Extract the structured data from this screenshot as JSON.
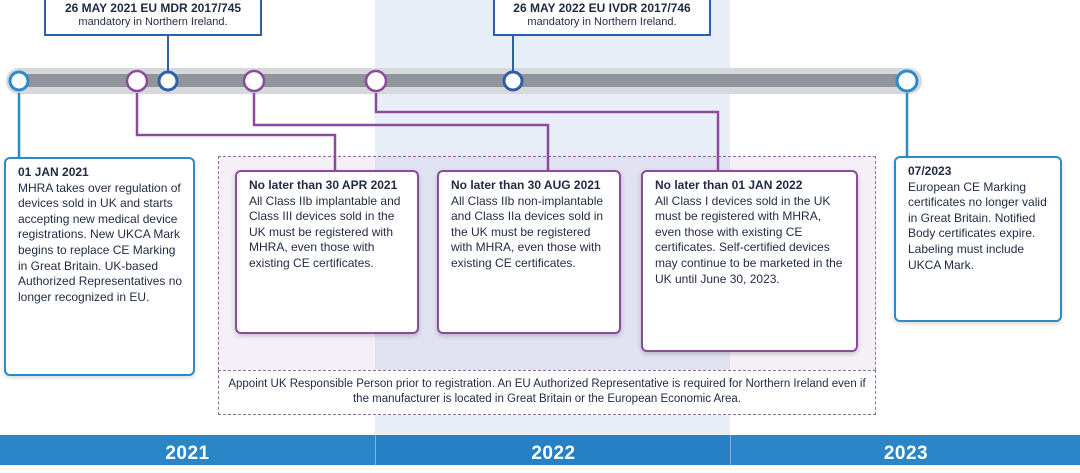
{
  "top_events": [
    {
      "title": "26 MAY 2021 EU MDR 2017/745",
      "subtitle": "mandatory in Northern Ireland."
    },
    {
      "title": "26 MAY 2022 EU IVDR 2017/746",
      "subtitle": "mandatory in Northern Ireland."
    }
  ],
  "left_note": {
    "heading": "01 JAN 2021",
    "body": "MHRA takes over regulation of devices sold in UK and starts accepting new medical device registrations. New UKCA Mark begins to replace CE Marking in Great Britain. UK-based Authorized Representatives no longer recognized in EU."
  },
  "deadlines": [
    {
      "heading": "No later than 30 APR 2021",
      "body": "All Class IIb implantable and Class III devices sold in the UK must be registered with MHRA, even those with existing CE certificates."
    },
    {
      "heading": "No later than 30 AUG 2021",
      "body": "All Class IIb non-implantable and Class IIa devices sold in the UK must be registered with MHRA, even those with existing CE certificates."
    },
    {
      "heading": "No later than 01 JAN 2022",
      "body": "All Class I devices sold in the UK must be registered with MHRA, even those with existing CE certificates. Self-certified devices may continue to be marketed in the UK until June 30, 2023."
    }
  ],
  "right_note": {
    "heading": "07/2023",
    "body": "European CE Marking certificates no longer valid in Great Britain. Notified Body certificates expire. Labeling must include UKCA Mark."
  },
  "footnote": "Appoint UK Responsible Person prior to registration. An EU Authorized Representative is required for Northern Ireland even if the manufacturer is located in Great Britain or the European Economic Area.",
  "years": [
    "2021",
    "2022",
    "2023"
  ],
  "colors": {
    "blue": "#2b8bc9",
    "purple": "#8a4c9a",
    "navy": "#2f5fa8",
    "track": "#9aa0a6"
  }
}
